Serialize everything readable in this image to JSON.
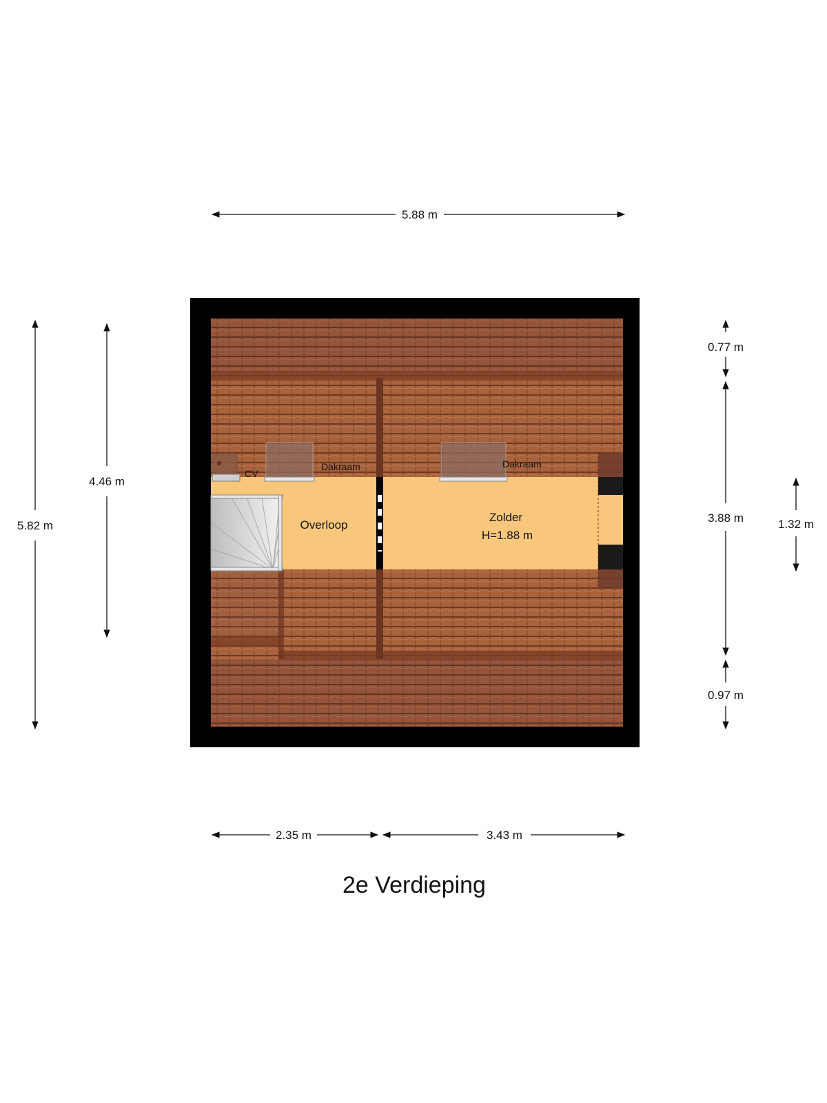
{
  "title": "2e Verdieping",
  "rooms": {
    "overloop": "Overloop",
    "zolder": "Zolder",
    "zolder_height": "H=1.88 m"
  },
  "labels": {
    "cv": "CV",
    "dakraam_1": "Dakraam",
    "dakraam_2": "Dakraam"
  },
  "dimensions": {
    "top_width": "5.88 m",
    "left_total": "5.82 m",
    "left_inner": "4.46 m",
    "right_top": "0.77 m",
    "right_middle": "3.88 m",
    "right_bottom": "0.97 m",
    "right_window": "1.32 m",
    "bottom_left": "2.35 m",
    "bottom_right": "3.43 m"
  },
  "colors": {
    "wall": "#000000",
    "roof_tile": "#9a5a3e",
    "roof_tile_lower": "#8c4f37",
    "floor": "#f9c77c",
    "stairs": "#d8d8d8"
  }
}
